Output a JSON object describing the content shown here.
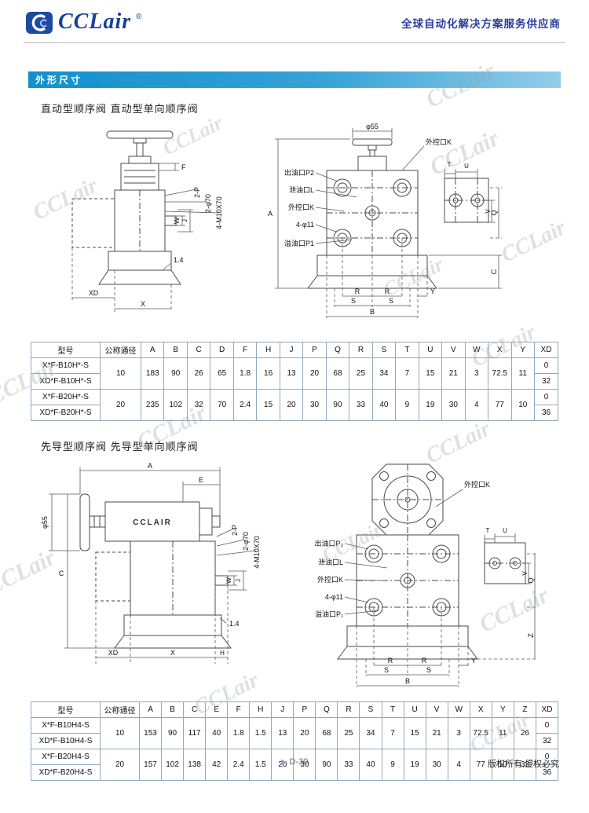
{
  "header": {
    "logo": "CCLair",
    "reg": "®",
    "tagline": "全球自动化解决方案服务供应商"
  },
  "section_bar": {
    "title": "外形尺寸"
  },
  "watermark": {
    "text": "CCLair"
  },
  "section1": {
    "title": "直动型顺序阀 直动型单向顺序阀",
    "drawing_front": {
      "f": "F",
      "pp": "2-P",
      "phi70": "2-φ70",
      "m10": "4-M10X70",
      "w": "W",
      "j": "J",
      "step": "1.4",
      "xd": "XD",
      "x": "X"
    },
    "drawing_port": {
      "phi55": "φ55",
      "a": "A",
      "k_top": "外控口K",
      "p2": "出油口P2",
      "l": "泄油口L",
      "k": "外控口K",
      "holes": "4-φ11",
      "p1": "溢油口P1",
      "u": "U",
      "t": "T",
      "v": "V",
      "q": "Q",
      "c": "C",
      "r": "R",
      "s": "S",
      "b": "B",
      "y": "Y"
    },
    "table": {
      "headers": [
        "型号",
        "公称通径",
        "A",
        "B",
        "C",
        "D",
        "F",
        "H",
        "J",
        "P",
        "Q",
        "R",
        "S",
        "T",
        "U",
        "V",
        "W",
        "X",
        "Y",
        "XD"
      ],
      "groups": [
        {
          "models": [
            "X*F-B10H*-S",
            "XD*F-B10H*-S"
          ],
          "dn": "10",
          "dims": [
            "183",
            "90",
            "26",
            "65",
            "1.8",
            "16",
            "13",
            "20",
            "68",
            "25",
            "34",
            "7",
            "15",
            "21",
            "3",
            "72.5",
            "11"
          ],
          "xd": [
            "0",
            "32"
          ]
        },
        {
          "models": [
            "X*F-B20H*-S",
            "XD*F-B20H*-S"
          ],
          "dn": "20",
          "dims": [
            "235",
            "102",
            "32",
            "70",
            "2.4",
            "15",
            "20",
            "30",
            "90",
            "33",
            "40",
            "9",
            "19",
            "30",
            "4",
            "77",
            "10"
          ],
          "xd": [
            "0",
            "36"
          ]
        }
      ]
    }
  },
  "section2": {
    "title": "先导型顺序阀 先导型单向顺序阀",
    "drawing_side": {
      "a": "A",
      "e": "E",
      "phi55": "φ55",
      "c": "C",
      "brand": "CCLAIR",
      "pp": "2-P",
      "phi70": "2-φ70",
      "m10": "4-M10X70",
      "w": "W",
      "j": "J",
      "step": "1.4",
      "xd": "XD",
      "x": "X",
      "h": "H"
    },
    "drawing_port": {
      "k_top": "外控口K",
      "p2": "出油口P₂",
      "l": "泄油口L",
      "k": "外控口K",
      "holes": "4-φ11",
      "p1": "溢油口P₁",
      "u": "U",
      "t": "T",
      "v": "V",
      "q": "Q",
      "z": "Z",
      "r": "R",
      "s": "S",
      "b": "B",
      "y": "Y"
    },
    "table": {
      "headers": [
        "型号",
        "公称通径",
        "A",
        "B",
        "C",
        "E",
        "F",
        "H",
        "J",
        "P",
        "Q",
        "R",
        "S",
        "T",
        "U",
        "V",
        "W",
        "X",
        "Y",
        "Z",
        "XD"
      ],
      "groups": [
        {
          "models": [
            "X*F-B10H4-S",
            "XD*F-B10H4-S"
          ],
          "dn": "10",
          "dims": [
            "153",
            "90",
            "117",
            "40",
            "1.8",
            "1.5",
            "13",
            "20",
            "68",
            "25",
            "34",
            "7",
            "15",
            "21",
            "3",
            "72.5",
            "11",
            "26"
          ],
          "xd": [
            "0",
            "32"
          ]
        },
        {
          "models": [
            "X*F-B20H4-S",
            "XD*F-B20H4-S"
          ],
          "dn": "20",
          "dims": [
            "157",
            "102",
            "138",
            "42",
            "2.4",
            "1.5",
            "20",
            "30",
            "90",
            "33",
            "40",
            "9",
            "19",
            "30",
            "4",
            "77",
            "10",
            "32"
          ],
          "xd": [
            "0",
            "36"
          ]
        }
      ]
    }
  },
  "footer": {
    "arrow": "▶",
    "page": "D-30",
    "copyright": "版权所有,侵权必究"
  }
}
